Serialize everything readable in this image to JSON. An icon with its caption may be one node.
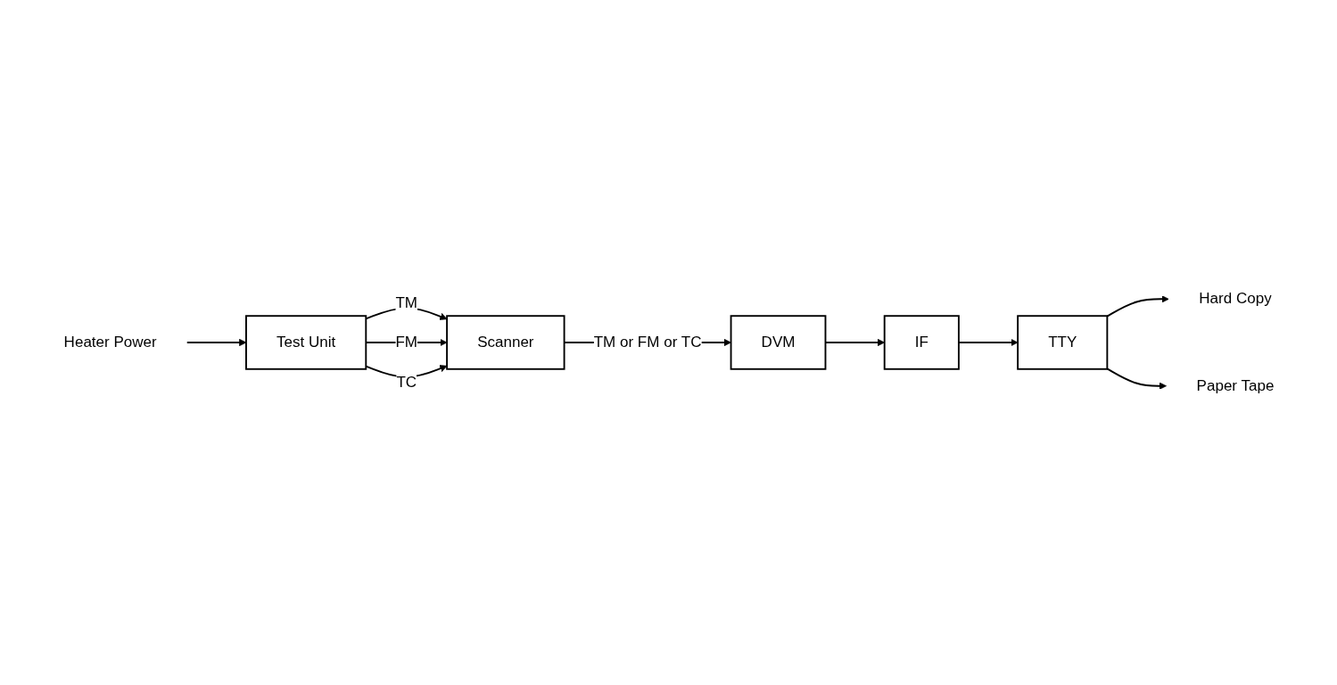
{
  "diagram": {
    "nodes": [
      {
        "text": [
          "Heater Power"
        ]
      },
      {
        "text": [
          "Test Unit"
        ]
      },
      {
        "text": [
          "Scanner"
        ]
      },
      {
        "text": [
          "DVM"
        ]
      },
      {
        "text": [
          "IF"
        ]
      },
      {
        "text": [
          "TTY"
        ]
      },
      {
        "text": [
          "Hard Copy"
        ]
      },
      {
        "text": [
          "Paper Tape"
        ]
      }
    ],
    "edges": [
      {
        "from": 0,
        "to": 1,
        "arrow": "to"
      },
      {
        "from": 1,
        "to": 2,
        "arrow": "to",
        "label": "TM"
      },
      {
        "from": 1,
        "to": 2,
        "arrow": "to",
        "label": "FM"
      },
      {
        "from": 1,
        "to": 2,
        "arrow": "to",
        "label": "TC"
      },
      {
        "from": 2,
        "to": 3,
        "arrow": "to",
        "label": "TM or FM or TC"
      },
      {
        "from": 3,
        "to": 4,
        "arrow": "to"
      },
      {
        "from": 4,
        "to": 5,
        "arrow": "to"
      },
      {
        "from": 5,
        "to": 6,
        "arrow": "to"
      },
      {
        "from": 5,
        "to": 7,
        "arrow": "to"
      }
    ]
  }
}
